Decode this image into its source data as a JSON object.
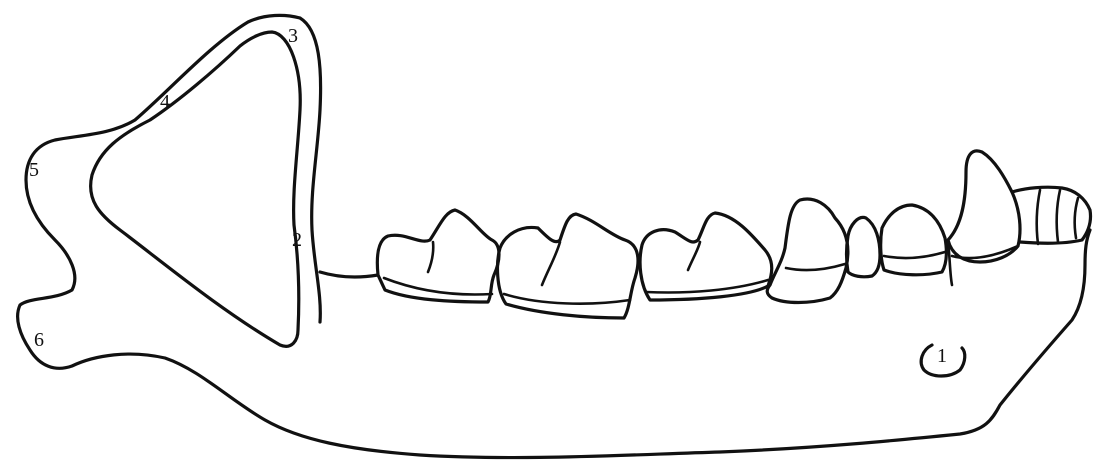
{
  "labels": {
    "l1": "1",
    "l2": "2",
    "l3": "3",
    "l4": "4",
    "l5": "5",
    "l6": "6"
  },
  "colors": {
    "line": "#111111",
    "background": "#ffffff"
  }
}
